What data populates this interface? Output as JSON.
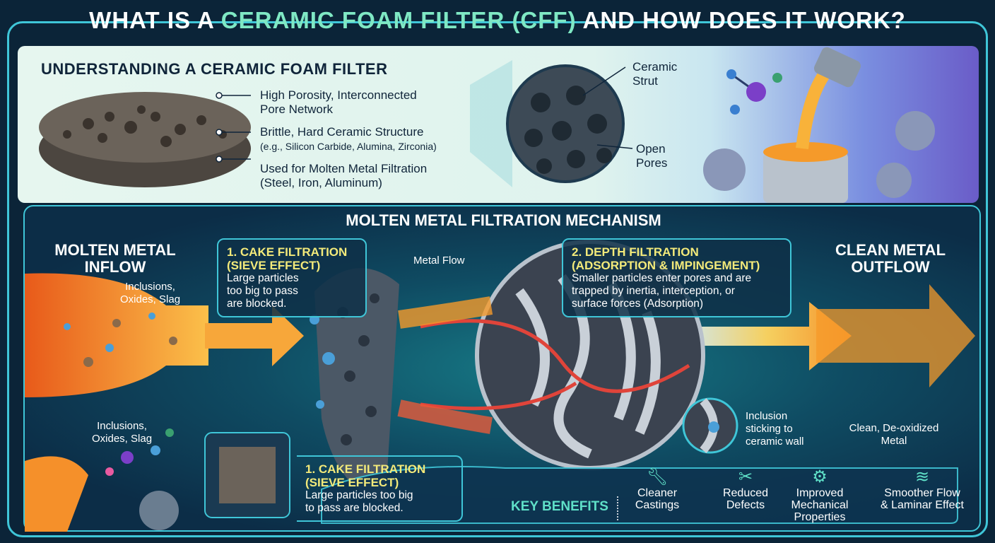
{
  "title": {
    "pre": "WHAT IS A ",
    "highlight": "CERAMIC FOAM FILTER (CFF)",
    "post": " AND HOW DOES IT WORK?"
  },
  "top": {
    "heading": "UNDERSTANDING A CERAMIC FOAM FILTER",
    "features": [
      {
        "line1": "High Porosity, Interconnected",
        "line2": "Pore Network"
      },
      {
        "line1": "Brittle, Hard Ceramic Structure",
        "line2": "(e.g., Silicon Carbide, Alumina, Zirconia)"
      },
      {
        "line1": "Used for Molten Metal Filtration",
        "line2": "(Steel, Iron, Aluminum)"
      }
    ],
    "strut_label": "Ceramic\nStrut",
    "pores_label": "Open\nPores"
  },
  "mechanism": {
    "heading": "MOLTEN METAL FILTRATION MECHANISM",
    "inflow": "MOLTEN METAL\nINFLOW",
    "outflow": "CLEAN METAL\nOUTFLOW",
    "inclusions_top": "Inclusions,\nOxides, Slag",
    "inclusions_bottom": "Inclusions,\nOxides, Slag",
    "metal_flow": "Metal Flow",
    "cake_top": {
      "title": "1. CAKE FILTRATION\n(SIEVE EFFECT)",
      "text": "Large particles\ntoo big to pass\nare blocked."
    },
    "cake_bottom": {
      "title": "1. CAKE FILTRATION\n(SIEVE EFFECT)",
      "text": "Large particles too big\nto pass are blocked."
    },
    "depth": {
      "title": "2. DEPTH FILTRATION\n(ADSORPTION & IMPINGEMENT)",
      "text": "Smaller particles enter pores and are\ntrapped by inertia, interception, or\nsurface forces (Adsorption)"
    },
    "inclusion_wall": "Inclusion\nsticking to\nceramic wall",
    "clean_metal": "Clean, De-oxidized\nMetal"
  },
  "benefits": {
    "label": "KEY BENEFITS",
    "items": [
      {
        "icon": "wrench-icon",
        "text": "Cleaner\nCastings"
      },
      {
        "icon": "tools-crossed-icon",
        "text": "Reduced\nDefects"
      },
      {
        "icon": "gears-icon",
        "text": "Improved\nMechanical\nProperties"
      },
      {
        "icon": "wind-icon",
        "text": "Smoother Flow\n& Laminar Effect"
      }
    ]
  },
  "colors": {
    "accent": "#3fc6d8",
    "highlight": "#7fe8c4",
    "yellow": "#f3ea7a",
    "background": "#0b2438",
    "molten": "#f59a2a"
  }
}
